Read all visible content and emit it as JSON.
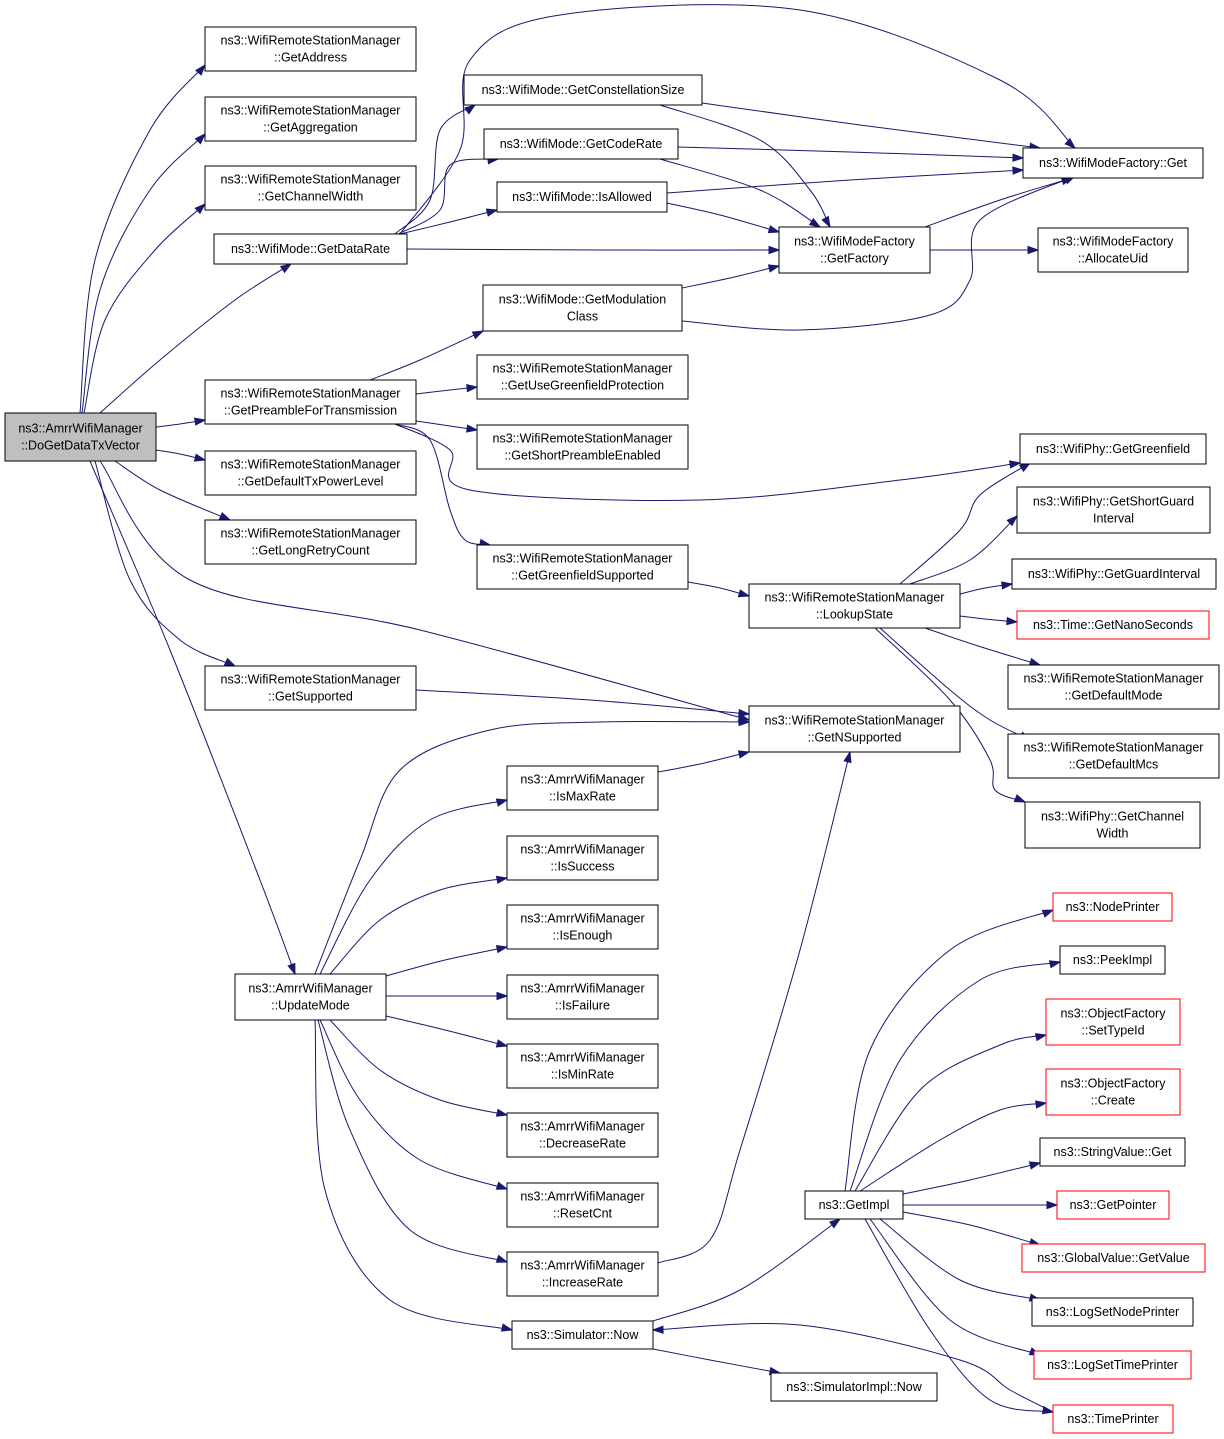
{
  "diagram": {
    "colors": {
      "edge": "#191970",
      "root_fill": "#bfbfbf",
      "external_border": "#ff0000",
      "node_border": "#000000"
    },
    "nodes": [
      {
        "id": "root",
        "lines": [
          "ns3::AmrrWifiManager",
          "::DoGetDataTxVector"
        ],
        "kind": "root"
      },
      {
        "id": "getAddress",
        "lines": [
          "ns3::WifiRemoteStationManager",
          "::GetAddress"
        ]
      },
      {
        "id": "getAggregation",
        "lines": [
          "ns3::WifiRemoteStationManager",
          "::GetAggregation"
        ]
      },
      {
        "id": "getChannelWidth",
        "lines": [
          "ns3::WifiRemoteStationManager",
          "::GetChannelWidth"
        ]
      },
      {
        "id": "getDataRate",
        "lines": [
          "ns3::WifiMode::GetDataRate"
        ]
      },
      {
        "id": "getPreamble",
        "lines": [
          "ns3::WifiRemoteStationManager",
          "::GetPreambleForTransmission"
        ]
      },
      {
        "id": "getDefaultTxPower",
        "lines": [
          "ns3::WifiRemoteStationManager",
          "::GetDefaultTxPowerLevel"
        ]
      },
      {
        "id": "getLongRetry",
        "lines": [
          "ns3::WifiRemoteStationManager",
          "::GetLongRetryCount"
        ]
      },
      {
        "id": "getSupported",
        "lines": [
          "ns3::WifiRemoteStationManager",
          "::GetSupported"
        ]
      },
      {
        "id": "updateMode",
        "lines": [
          "ns3::AmrrWifiManager",
          "::UpdateMode"
        ]
      },
      {
        "id": "getConstellation",
        "lines": [
          "ns3::WifiMode::GetConstellationSize"
        ]
      },
      {
        "id": "getCodeRate",
        "lines": [
          "ns3::WifiMode::GetCodeRate"
        ]
      },
      {
        "id": "isAllowed",
        "lines": [
          "ns3::WifiMode::IsAllowed"
        ]
      },
      {
        "id": "getModulation",
        "lines": [
          "ns3::WifiMode::GetModulation",
          "Class"
        ]
      },
      {
        "id": "getUseGreenfield",
        "lines": [
          "ns3::WifiRemoteStationManager",
          "::GetUseGreenfieldProtection"
        ]
      },
      {
        "id": "getShortPreamble",
        "lines": [
          "ns3::WifiRemoteStationManager",
          "::GetShortPreambleEnabled"
        ]
      },
      {
        "id": "getGreenfieldSupported",
        "lines": [
          "ns3::WifiRemoteStationManager",
          "::GetGreenfieldSupported"
        ]
      },
      {
        "id": "getNSupported",
        "lines": [
          "ns3::WifiRemoteStationManager",
          "::GetNSupported"
        ]
      },
      {
        "id": "isMaxRate",
        "lines": [
          "ns3::AmrrWifiManager",
          "::IsMaxRate"
        ]
      },
      {
        "id": "isSuccess",
        "lines": [
          "ns3::AmrrWifiManager",
          "::IsSuccess"
        ]
      },
      {
        "id": "isEnough",
        "lines": [
          "ns3::AmrrWifiManager",
          "::IsEnough"
        ]
      },
      {
        "id": "isFailure",
        "lines": [
          "ns3::AmrrWifiManager",
          "::IsFailure"
        ]
      },
      {
        "id": "isMinRate",
        "lines": [
          "ns3::AmrrWifiManager",
          "::IsMinRate"
        ]
      },
      {
        "id": "decreaseRate",
        "lines": [
          "ns3::AmrrWifiManager",
          "::DecreaseRate"
        ]
      },
      {
        "id": "resetCnt",
        "lines": [
          "ns3::AmrrWifiManager",
          "::ResetCnt"
        ]
      },
      {
        "id": "increaseRate",
        "lines": [
          "ns3::AmrrWifiManager",
          "::IncreaseRate"
        ]
      },
      {
        "id": "simNow",
        "lines": [
          "ns3::Simulator::Now"
        ]
      },
      {
        "id": "getFactory",
        "lines": [
          "ns3::WifiModeFactory",
          "::GetFactory"
        ]
      },
      {
        "id": "factoryGet",
        "lines": [
          "ns3::WifiModeFactory::Get"
        ]
      },
      {
        "id": "allocateUid",
        "lines": [
          "ns3::WifiModeFactory",
          "::AllocateUid"
        ]
      },
      {
        "id": "lookupState",
        "lines": [
          "ns3::WifiRemoteStationManager",
          "::LookupState"
        ]
      },
      {
        "id": "getGreenfield",
        "lines": [
          "ns3::WifiPhy::GetGreenfield"
        ]
      },
      {
        "id": "getShortGuard",
        "lines": [
          "ns3::WifiPhy::GetShortGuard",
          "Interval"
        ]
      },
      {
        "id": "getGuardInterval",
        "lines": [
          "ns3::WifiPhy::GetGuardInterval"
        ]
      },
      {
        "id": "getNanoSeconds",
        "lines": [
          "ns3::Time::GetNanoSeconds"
        ],
        "kind": "external"
      },
      {
        "id": "getDefaultMode",
        "lines": [
          "ns3::WifiRemoteStationManager",
          "::GetDefaultMode"
        ]
      },
      {
        "id": "getDefaultMcs",
        "lines": [
          "ns3::WifiRemoteStationManager",
          "::GetDefaultMcs"
        ]
      },
      {
        "id": "getChannelWidthPhy",
        "lines": [
          "ns3::WifiPhy::GetChannel",
          "Width"
        ]
      },
      {
        "id": "nodePrinter",
        "lines": [
          "ns3::NodePrinter"
        ],
        "kind": "external"
      },
      {
        "id": "peekImpl",
        "lines": [
          "ns3::PeekImpl"
        ]
      },
      {
        "id": "setTypeId",
        "lines": [
          "ns3::ObjectFactory",
          "::SetTypeId"
        ],
        "kind": "external"
      },
      {
        "id": "objCreate",
        "lines": [
          "ns3::ObjectFactory",
          "::Create"
        ],
        "kind": "external"
      },
      {
        "id": "stringGet",
        "lines": [
          "ns3::StringValue::Get"
        ]
      },
      {
        "id": "getPointer",
        "lines": [
          "ns3::GetPointer"
        ],
        "kind": "external"
      },
      {
        "id": "globalGetValue",
        "lines": [
          "ns3::GlobalValue::GetValue"
        ],
        "kind": "external"
      },
      {
        "id": "logSetNodePrinter",
        "lines": [
          "ns3::LogSetNodePrinter"
        ]
      },
      {
        "id": "logSetTimePrinter",
        "lines": [
          "ns3::LogSetTimePrinter"
        ],
        "kind": "external"
      },
      {
        "id": "timePrinter",
        "lines": [
          "ns3::TimePrinter"
        ],
        "kind": "external"
      },
      {
        "id": "getImpl",
        "lines": [
          "ns3::GetImpl"
        ]
      },
      {
        "id": "simImplNow",
        "lines": [
          "ns3::SimulatorImpl::Now"
        ]
      }
    ],
    "edges": [
      [
        "root",
        "getAddress"
      ],
      [
        "root",
        "getAggregation"
      ],
      [
        "root",
        "getChannelWidth"
      ],
      [
        "root",
        "getDataRate"
      ],
      [
        "root",
        "getPreamble"
      ],
      [
        "root",
        "getDefaultTxPower"
      ],
      [
        "root",
        "getLongRetry"
      ],
      [
        "root",
        "getSupported"
      ],
      [
        "root",
        "getNSupported"
      ],
      [
        "root",
        "updateMode"
      ],
      [
        "getDataRate",
        "getConstellation"
      ],
      [
        "getDataRate",
        "getCodeRate"
      ],
      [
        "getDataRate",
        "isAllowed"
      ],
      [
        "getDataRate",
        "getFactory"
      ],
      [
        "getDataRate",
        "factoryGet"
      ],
      [
        "getConstellation",
        "factoryGet"
      ],
      [
        "getConstellation",
        "getFactory"
      ],
      [
        "getCodeRate",
        "factoryGet"
      ],
      [
        "getCodeRate",
        "getFactory"
      ],
      [
        "isAllowed",
        "factoryGet"
      ],
      [
        "isAllowed",
        "getFactory"
      ],
      [
        "getModulation",
        "getFactory"
      ],
      [
        "getModulation",
        "factoryGet"
      ],
      [
        "getFactory",
        "factoryGet"
      ],
      [
        "getFactory",
        "allocateUid"
      ],
      [
        "getPreamble",
        "getModulation"
      ],
      [
        "getPreamble",
        "getUseGreenfield"
      ],
      [
        "getPreamble",
        "getShortPreamble"
      ],
      [
        "getPreamble",
        "getGreenfield"
      ],
      [
        "getPreamble",
        "getGreenfieldSupported"
      ],
      [
        "getGreenfieldSupported",
        "lookupState"
      ],
      [
        "lookupState",
        "getGreenfield"
      ],
      [
        "lookupState",
        "getShortGuard"
      ],
      [
        "lookupState",
        "getGuardInterval"
      ],
      [
        "lookupState",
        "getNanoSeconds"
      ],
      [
        "lookupState",
        "getDefaultMode"
      ],
      [
        "lookupState",
        "getDefaultMcs"
      ],
      [
        "lookupState",
        "getChannelWidthPhy"
      ],
      [
        "getSupported",
        "getNSupported"
      ],
      [
        "updateMode",
        "getNSupported"
      ],
      [
        "updateMode",
        "isMaxRate"
      ],
      [
        "updateMode",
        "isSuccess"
      ],
      [
        "updateMode",
        "isEnough"
      ],
      [
        "updateMode",
        "isFailure"
      ],
      [
        "updateMode",
        "isMinRate"
      ],
      [
        "updateMode",
        "decreaseRate"
      ],
      [
        "updateMode",
        "resetCnt"
      ],
      [
        "updateMode",
        "increaseRate"
      ],
      [
        "updateMode",
        "simNow"
      ],
      [
        "isMaxRate",
        "getNSupported"
      ],
      [
        "increaseRate",
        "getNSupported"
      ],
      [
        "simNow",
        "getImpl"
      ],
      [
        "simNow",
        "simImplNow"
      ],
      [
        "getImpl",
        "nodePrinter"
      ],
      [
        "getImpl",
        "peekImpl"
      ],
      [
        "getImpl",
        "setTypeId"
      ],
      [
        "getImpl",
        "objCreate"
      ],
      [
        "getImpl",
        "stringGet"
      ],
      [
        "getImpl",
        "getPointer"
      ],
      [
        "getImpl",
        "globalGetValue"
      ],
      [
        "getImpl",
        "logSetNodePrinter"
      ],
      [
        "getImpl",
        "logSetTimePrinter"
      ],
      [
        "getImpl",
        "timePrinter"
      ],
      [
        "timePrinter",
        "simNow"
      ]
    ]
  }
}
